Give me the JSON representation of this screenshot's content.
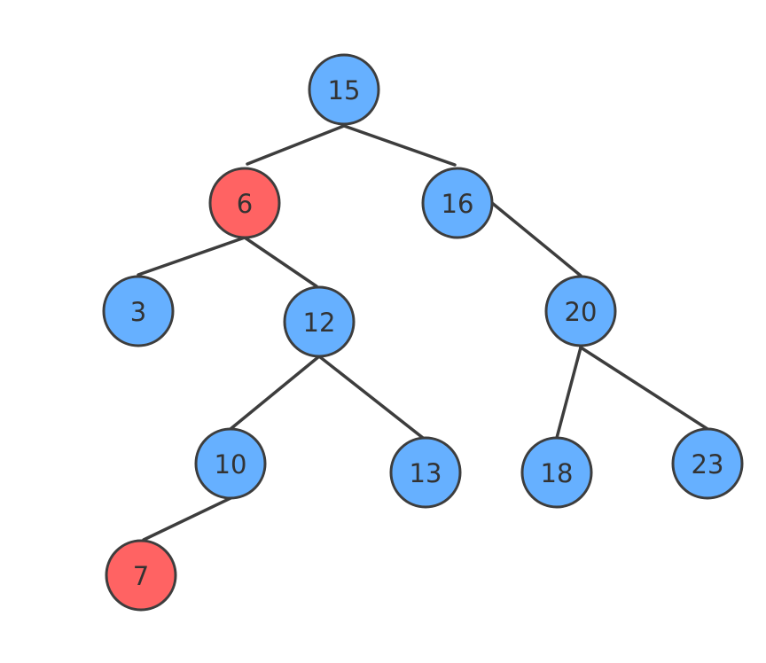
{
  "colors": {
    "default_node": "#66b0ff",
    "highlight_node": "#ff6363",
    "edge": "#3d3d3d",
    "label": "#333333"
  },
  "nodes": [
    {
      "id": "n15",
      "label": "15",
      "highlighted": false
    },
    {
      "id": "n6",
      "label": "6",
      "highlighted": true
    },
    {
      "id": "n16",
      "label": "16",
      "highlighted": false
    },
    {
      "id": "n3",
      "label": "3",
      "highlighted": false
    },
    {
      "id": "n12",
      "label": "12",
      "highlighted": false
    },
    {
      "id": "n20",
      "label": "20",
      "highlighted": false
    },
    {
      "id": "n10",
      "label": "10",
      "highlighted": false
    },
    {
      "id": "n13",
      "label": "13",
      "highlighted": false
    },
    {
      "id": "n18",
      "label": "18",
      "highlighted": false
    },
    {
      "id": "n23",
      "label": "23",
      "highlighted": false
    },
    {
      "id": "n7",
      "label": "7",
      "highlighted": true
    }
  ],
  "edges": [
    {
      "from": "n15",
      "to": "n6"
    },
    {
      "from": "n15",
      "to": "n16"
    },
    {
      "from": "n6",
      "to": "n3"
    },
    {
      "from": "n6",
      "to": "n12"
    },
    {
      "from": "n16",
      "to": "n20"
    },
    {
      "from": "n12",
      "to": "n10"
    },
    {
      "from": "n12",
      "to": "n13"
    },
    {
      "from": "n20",
      "to": "n18"
    },
    {
      "from": "n20",
      "to": "n23"
    },
    {
      "from": "n10",
      "to": "n7"
    }
  ]
}
